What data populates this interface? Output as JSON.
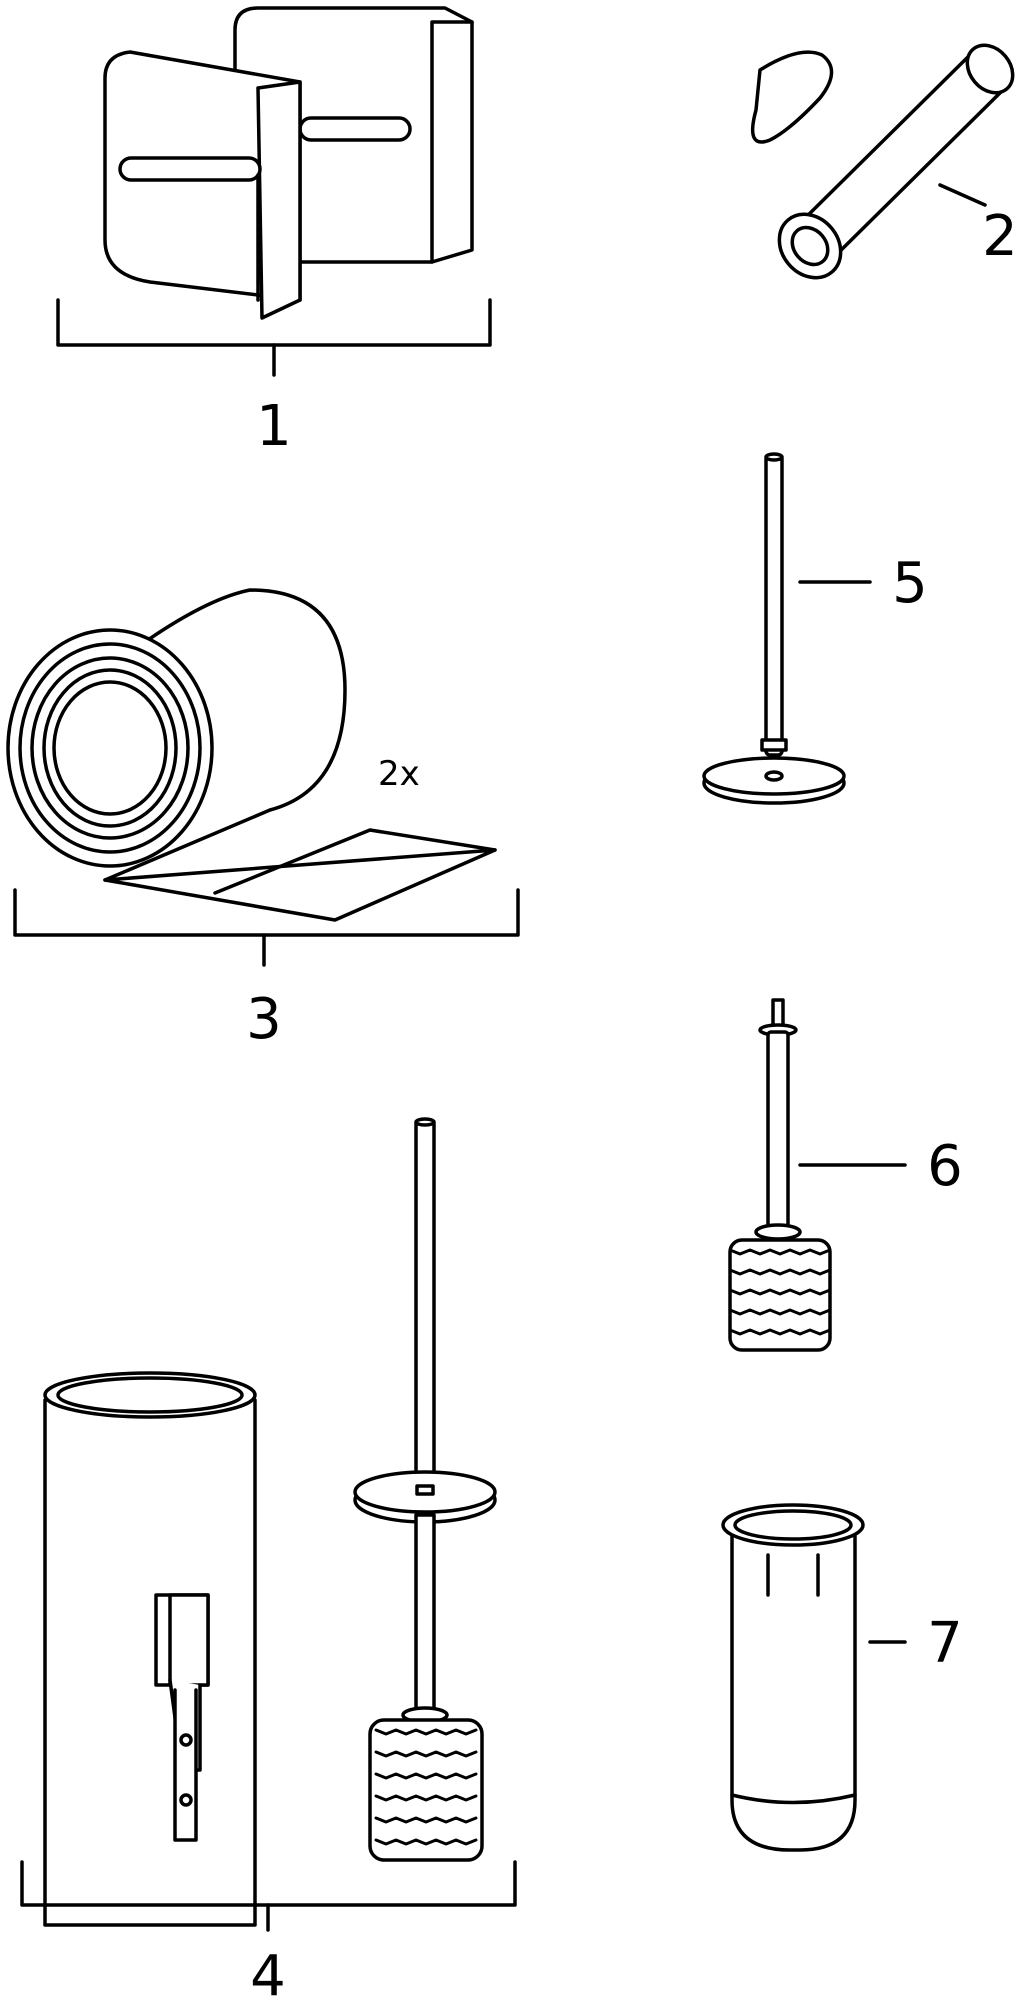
{
  "parts": [
    {
      "id": "1",
      "label": "1",
      "icon": "wall-mount-brackets"
    },
    {
      "id": "2",
      "label": "2",
      "icon": "anchor-plug-with-pad"
    },
    {
      "id": "3",
      "label": "3",
      "icon": "adhesive-tape-roll",
      "quantity": "2x"
    },
    {
      "id": "4",
      "label": "4",
      "icon": "toilet-brush-set-with-holder"
    },
    {
      "id": "5",
      "label": "5",
      "icon": "lid-with-rod"
    },
    {
      "id": "6",
      "label": "6",
      "icon": "brush-head"
    },
    {
      "id": "7",
      "label": "7",
      "icon": "glass-insert"
    }
  ]
}
